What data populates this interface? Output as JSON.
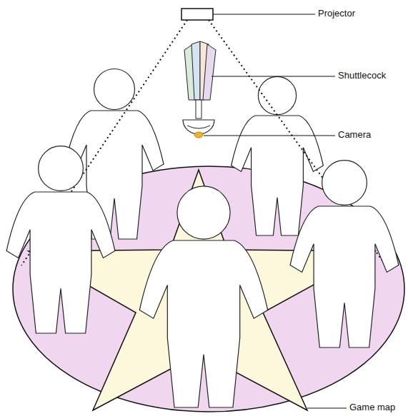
{
  "diagram": {
    "labels": [
      "Projector",
      "Shuttlecock",
      "Camera",
      "Game map"
    ]
  }
}
